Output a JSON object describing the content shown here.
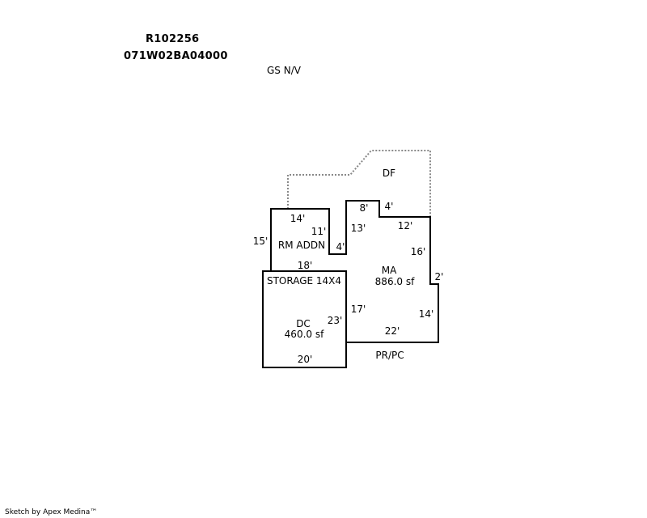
{
  "header": {
    "account_id": "R102256",
    "map_tax_lot": "071W02BA04000",
    "note": "GS N/V"
  },
  "footer": {
    "credit": "Sketch by Apex Medina™"
  },
  "areas": {
    "df": {
      "code": "DF"
    },
    "ma": {
      "code": "MA",
      "area": "886.0 sf"
    },
    "rm_addn": {
      "code": "RM ADDN"
    },
    "storage": {
      "code": "STORAGE 14X4"
    },
    "dc": {
      "code": "DC",
      "area": "460.0 sf"
    },
    "pr_pc": {
      "code": "PR/PC"
    }
  },
  "dimensions": {
    "rm_top": "14'",
    "rm_left": "15'",
    "rm_right": "11'",
    "notch_bottom": "4'",
    "ma_notch_top": "8'",
    "ma_notch_step": "4'",
    "ma_notch_side": "13'",
    "ma_top_right": "12'",
    "ma_right_upper": "16'",
    "ma_jog": "2'",
    "ma_right_lower": "14'",
    "ma_bottom": "22'",
    "ma_left_lower": "17'",
    "rm_bottom": "18'",
    "dc_right": "23'",
    "dc_bottom": "20'"
  }
}
